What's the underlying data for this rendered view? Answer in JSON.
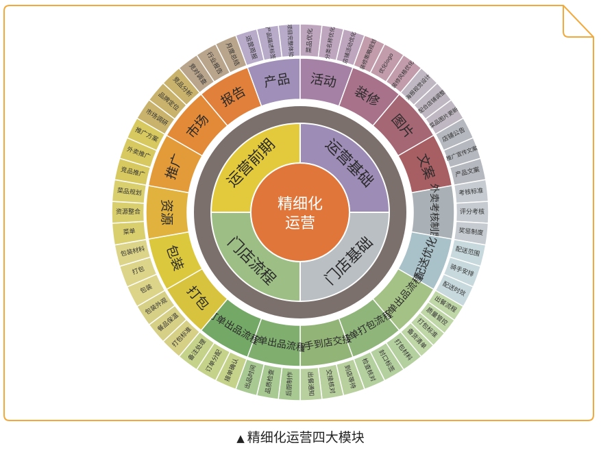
{
  "center": {
    "line1": "精细化",
    "line2": "运营"
  },
  "caption": "精细化运营四大模块",
  "caption_marker": "▲",
  "colors": {
    "frame": "#f3a83a",
    "ring_gray": "#7b706b",
    "center": "#e0763a",
    "qrRight": "#9d8cb6",
    "qrLeft": "#e3c93c",
    "qrBottomRight": "#b9bfc3",
    "qrBottomLeft": "#9dbf85"
  },
  "quadrants": [
    {
      "label": "运营基础",
      "color": "#9d8cb6"
    },
    {
      "label": "门店基础",
      "color": "#b9bfc3"
    },
    {
      "label": "门店流程",
      "color": "#9dbf85"
    },
    {
      "label": "运营前期",
      "color": "#e3c93c"
    }
  ],
  "modules": [
    {
      "label": "产品",
      "color": "#a08fb8",
      "leafColor": "#b8abc9",
      "leaves": [
        "运营周报",
        "产品描述标签",
        "项目完整体验"
      ]
    },
    {
      "label": "活动",
      "color": "#a681a6",
      "leafColor": "#bfa6bf",
      "leaves": [
        "菜品优化",
        "分类名称优化",
        "店铺活动优化"
      ]
    },
    {
      "label": "装修",
      "color": "#a8738a",
      "leafColor": "#c29cab",
      "leaves": [
        "装修策略规划",
        "优化logo",
        "装修风格优化"
      ]
    },
    {
      "label": "图片",
      "color": "#a66775",
      "leafColor": "#bfb8c2",
      "leaves": [
        "海报视觉设计",
        "配合店铺调整",
        "菜品图片更新"
      ]
    },
    {
      "label": "文案",
      "color": "#a85f63",
      "leafColor": "#b5b8bf",
      "leaves": [
        "店铺公告",
        "推广宣传文案",
        "产品文案"
      ]
    },
    {
      "label": "外卖考核制度",
      "color": "#aab1b6",
      "leafColor": "#c5cbd0",
      "leaves": [
        "考核标准",
        "评分考核",
        "奖惩制度"
      ]
    },
    {
      "label": "配送优化",
      "color": "#a9c1c9",
      "leafColor": "#c7d9dd",
      "leaves": [
        "配送范围",
        "骑手安排",
        "配送时效"
      ]
    },
    {
      "label": "订单出品流程",
      "color": "#a5c286",
      "leafColor": "#bfd6a6",
      "leaves": [
        "出餐流程",
        "质量管控",
        "打包标准",
        "备货清单"
      ]
    },
    {
      "label": "订单打包流程",
      "color": "#8fb57a",
      "leafColor": "#b5d09f",
      "leaves": [
        "打包材料",
        "封口标签",
        "检查核对"
      ]
    },
    {
      "label": "骑手到店交接",
      "color": "#93b477",
      "leafColor": "#b8cf9e",
      "leaves": [
        "到店等待",
        "交接核对",
        "出餐通知"
      ]
    },
    {
      "label": "订单出品流程",
      "color": "#7fae6f",
      "leafColor": "#a9c993",
      "leaves": [
        "后厨制作",
        "品质检查",
        "出品时间"
      ]
    },
    {
      "label": "订单出品流程",
      "color": "#74a866",
      "leafColor": "#c4d28a",
      "leaves": [
        "接单确认",
        "订单分配",
        "备注处理"
      ]
    },
    {
      "label": "打包",
      "color": "#d7c33d",
      "leafColor": "#d6cf86",
      "leaves": [
        "打包标准",
        "餐品保温",
        "包装外观"
      ]
    },
    {
      "label": "包装",
      "color": "#dcc83c",
      "leafColor": "#dcd488",
      "leaves": [
        "包装",
        "打包",
        "包装材料"
      ]
    },
    {
      "label": "资源",
      "color": "#e1b23e",
      "leafColor": "#d9cf6e",
      "leaves": [
        "菜单",
        "资源整合",
        "菜品规划"
      ]
    },
    {
      "label": "推广",
      "color": "#e39b3a",
      "leafColor": "#d7c960",
      "leaves": [
        "竞品推广",
        "外卖推广",
        "推广方案"
      ]
    },
    {
      "label": "市场",
      "color": "#e28a38",
      "leafColor": "#c9b36c",
      "leaves": [
        "市场调研",
        "品牌定位",
        "竞品分析"
      ]
    },
    {
      "label": "报告",
      "color": "#e0803a",
      "leafColor": "#b9a58c",
      "leaves": [
        "竞对调查",
        "行业报告",
        "月度总结"
      ]
    }
  ]
}
